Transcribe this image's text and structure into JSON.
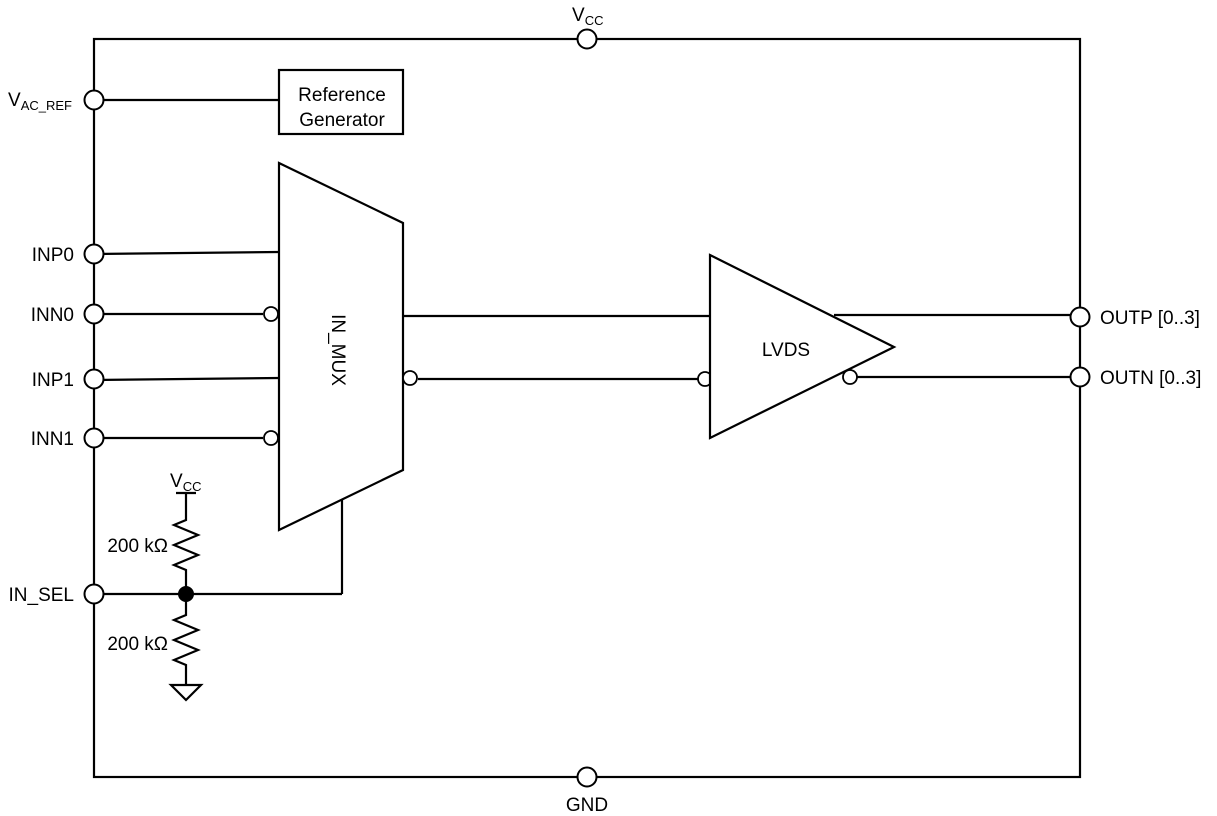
{
  "power": {
    "vcc_main": "V",
    "vcc_main_sub": "CC",
    "gnd": "GND",
    "vcc_pullup": "V",
    "vcc_pullup_sub": "CC"
  },
  "pins_left": {
    "vac_ref": "V",
    "vac_ref_sub": "AC_REF",
    "inp0": "INP0",
    "inn0": "INN0",
    "inp1": "INP1",
    "inn1": "INN1",
    "in_sel": "IN_SEL"
  },
  "pins_right": {
    "outp": "OUTP [0..3]",
    "outn": "OUTN [0..3]"
  },
  "blocks": {
    "ref_gen_line1": "Reference",
    "ref_gen_line2": "Generator",
    "mux": "IN_MUX",
    "driver": "LVDS"
  },
  "resistors": {
    "pullup": "200 kΩ",
    "pulldown": "200 kΩ"
  }
}
